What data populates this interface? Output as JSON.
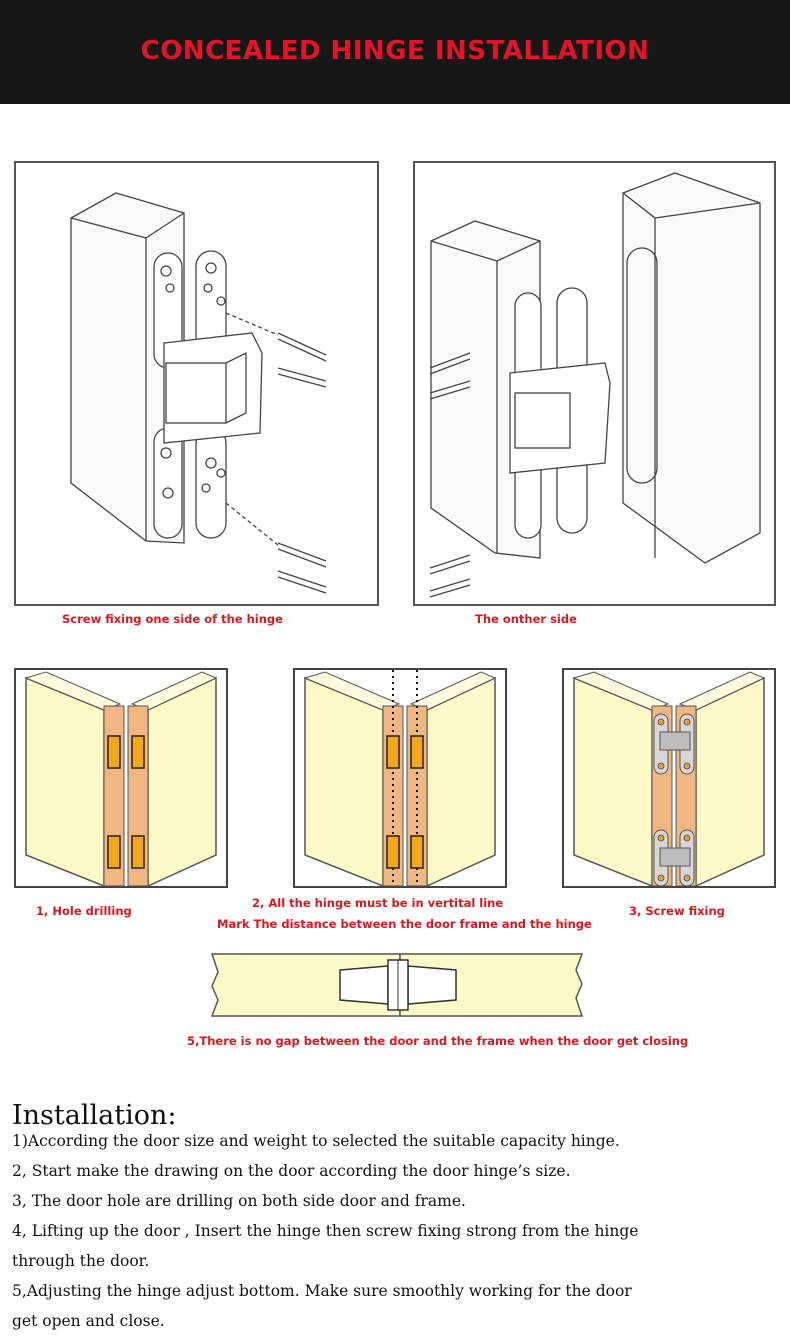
{
  "header": {
    "title": "CONCEALED HINGE INSTALLATION"
  },
  "top_diagrams": {
    "left_caption": "Screw fixing one side of the hinge",
    "right_caption": "The  onther side"
  },
  "steps": {
    "step1": "1, Hole drilling",
    "step2_line1": "2, All the hinge must be in vertital line",
    "step2_line2": "Mark The distance between the door frame and the hinge",
    "step3": "3, Screw fixing",
    "step5": "5,There is no gap between the door and the frame when the door get closing"
  },
  "installation": {
    "heading": "Installation:",
    "lines": [
      "1)According the door size and weight to selected the suitable capacity hinge.",
      "2, Start make the drawing on the door according the door hinge’s size.",
      "3, The door hole are drilling on both side door and frame.",
      "4, Lifting up the door , Insert the hinge then screw fixing strong from the hinge",
      "through the door.",
      "5,Adjusting the hinge adjust bottom. Make sure smoothly working for the door",
      "get open and close."
    ]
  },
  "colors": {
    "header_bg": "#171717",
    "title_red": "#e3132a",
    "caption_red": "#d71920",
    "panel_yellow": "#fdfac8",
    "jamb_orange": "#f0b783",
    "slot_orange": "#f3a818"
  }
}
